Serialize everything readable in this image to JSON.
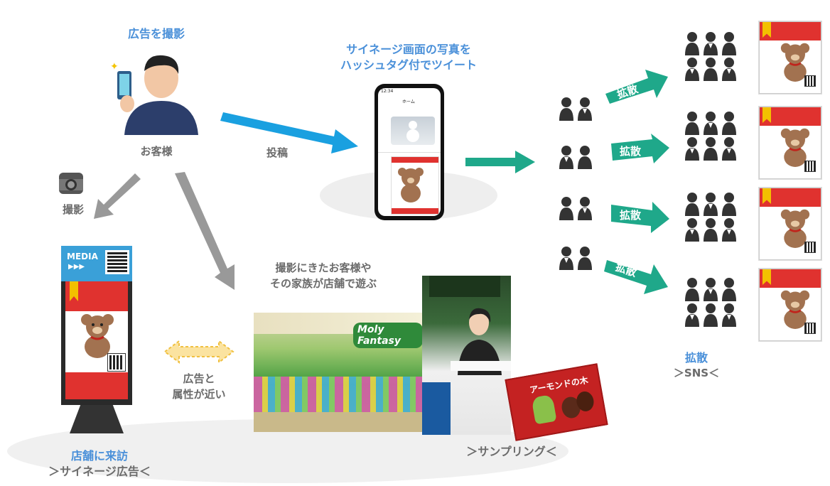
{
  "customer": {
    "action_label": "広告を撮影",
    "name": "お客様"
  },
  "post_label": "投稿",
  "tweet_label": [
    "サイネージ画面の写真を",
    "ハッシュタグ付でツイート"
  ],
  "camera_label": "撮影",
  "phone": {
    "time": "12:34",
    "screen_title": "ホーム"
  },
  "signage": {
    "media_text": "MEDIA",
    "media_arrows": "▶▶▶"
  },
  "visit": {
    "title": "店舗に来訪",
    "subtitle": "＞サイネージ広告＜"
  },
  "similar_label": [
    "広告と",
    "属性が近い"
  ],
  "family_label": [
    "撮影にきたお客様や",
    "その家族が店舗で遊ぶ"
  ],
  "store_sign": "Moly Fantasy",
  "sampling_label": "＞サンプリング＜",
  "product_name": "アーモンドの木",
  "spread_label": "拡散",
  "sns": {
    "title": "拡散",
    "subtitle": "＞SNS＜"
  },
  "colors": {
    "blue_arrow": "#1aa0e0",
    "teal_arrow": "#1fa88a",
    "gray_arrow": "#999999",
    "label_blue": "#4a90d9"
  }
}
